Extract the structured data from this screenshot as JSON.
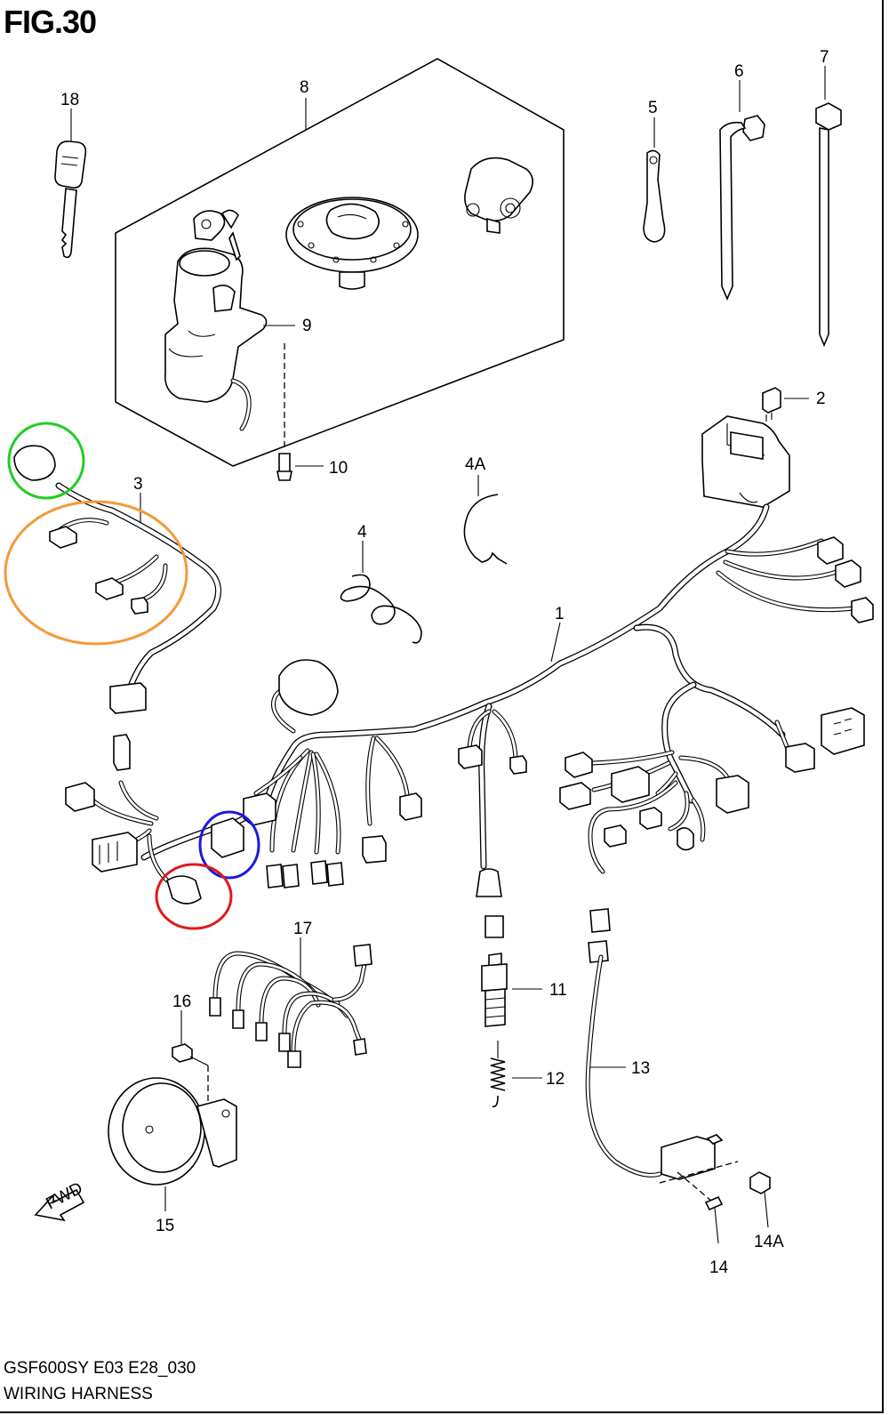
{
  "figure": {
    "title": "FIG.30",
    "model_code": "GSF600SY E03 E28_030",
    "name": "WIRING HARNESS",
    "fwd_label": "FWD"
  },
  "callouts": {
    "c1": "1",
    "c2": "2",
    "c3": "3",
    "c4": "4",
    "c4a": "4A",
    "c5": "5",
    "c6": "6",
    "c7": "7",
    "c8": "8",
    "c9": "9",
    "c10": "10",
    "c11": "11",
    "c12": "12",
    "c13": "13",
    "c14": "14",
    "c14a": "14A",
    "c15": "15",
    "c16": "16",
    "c17": "17",
    "c18": "18"
  },
  "highlight_colors": {
    "green": "#22cc22",
    "orange": "#f29a3c",
    "blue": "#1a1ae0",
    "red": "#e01a1a"
  }
}
